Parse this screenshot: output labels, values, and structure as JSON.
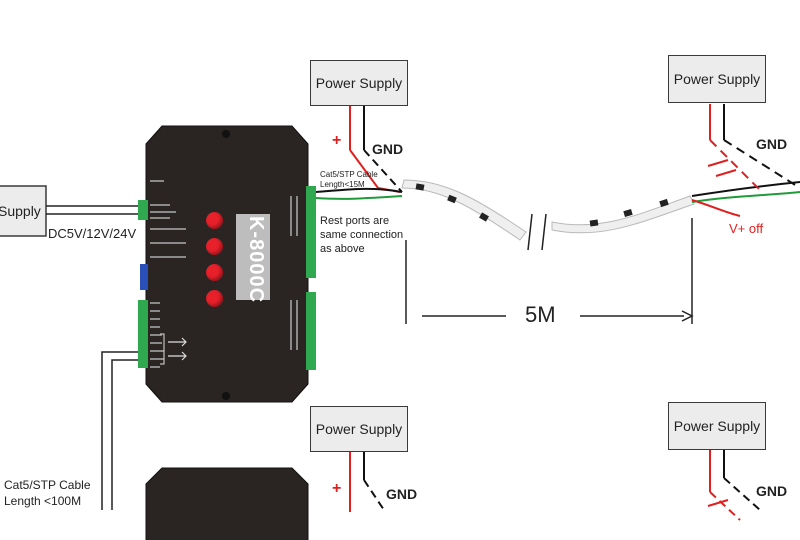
{
  "controller": {
    "model": "K-8000C",
    "input_voltage": "DC5V/12V/24V"
  },
  "power_supply_label": "Power Supply",
  "power_supply_left_partial": "Supply",
  "labels": {
    "gnd": "GND",
    "plus": "+",
    "v_off": "V+ off",
    "cable_short_line1": "Cat5/STP Cable",
    "cable_short_line2": "Length<15M",
    "rest_ports_line1": "Rest ports are",
    "rest_ports_line2": "same connection",
    "rest_ports_line3": "as above",
    "distance": "5M",
    "cable_long_line1": "Cat5/STP Cable",
    "cable_long_line2": "Length <100M"
  },
  "colors": {
    "controller_body": "#2a2523",
    "terminal_green": "#2fa84f",
    "wire_red": "#e02020",
    "wire_green": "#1f9b3a",
    "wire_black": "#111111",
    "button_red": "#e8202a"
  }
}
